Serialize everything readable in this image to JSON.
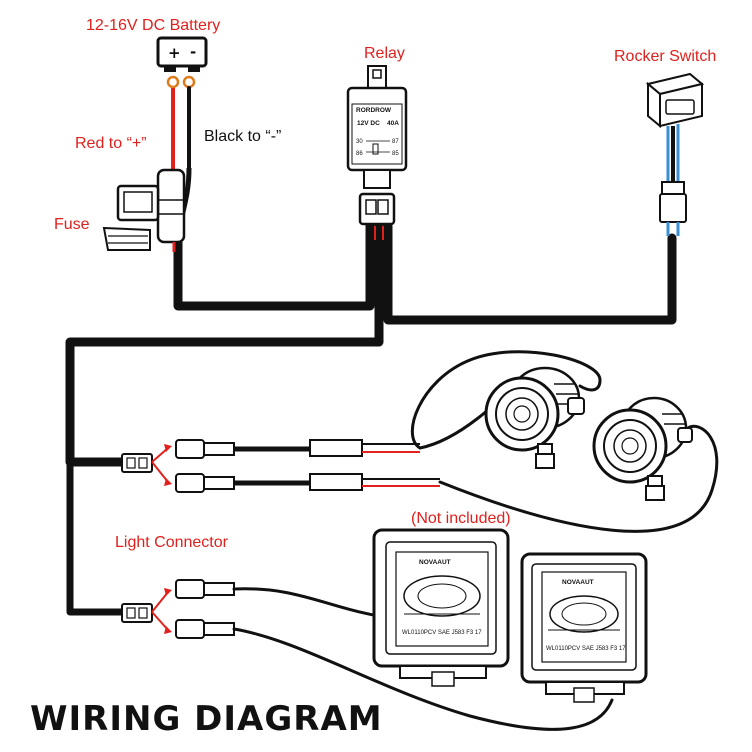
{
  "labels": {
    "battery": "12-16V DC Battery",
    "battery_plus": "+",
    "battery_minus": "-",
    "red_wire": "Red to “+”",
    "black_wire": "Black to “-”",
    "fuse": "Fuse",
    "relay": "Relay",
    "rocker_switch": "Rocker Switch",
    "light_connector": "Light Connector",
    "not_included": "(Not included)",
    "title": "WIRING DIAGRAM"
  },
  "relay_face": {
    "brand": "RORDROW",
    "rating_left": "12V DC",
    "rating_right": "40A",
    "pin_30": "30",
    "pin_87": "87",
    "pin_86": "86",
    "pin_85": "85"
  },
  "work_lights": [
    {
      "brand": "NOVAAUT",
      "spec": "WL0110PCV SAE J583 F3 17"
    },
    {
      "brand": "NOVAAUT",
      "spec": "WL0110PCV SAE J583 F3 17"
    }
  ],
  "colors": {
    "label_red": "#e0211d",
    "wire_black": "#111111",
    "wire_red": "#e0211d",
    "wire_blue": "#3a8fd8"
  },
  "icons": [
    "battery-icon",
    "fuse-holder-icon",
    "relay-icon",
    "rocker-switch-icon",
    "fog-light-icon",
    "square-work-light-icon",
    "connector-plug-icon"
  ]
}
